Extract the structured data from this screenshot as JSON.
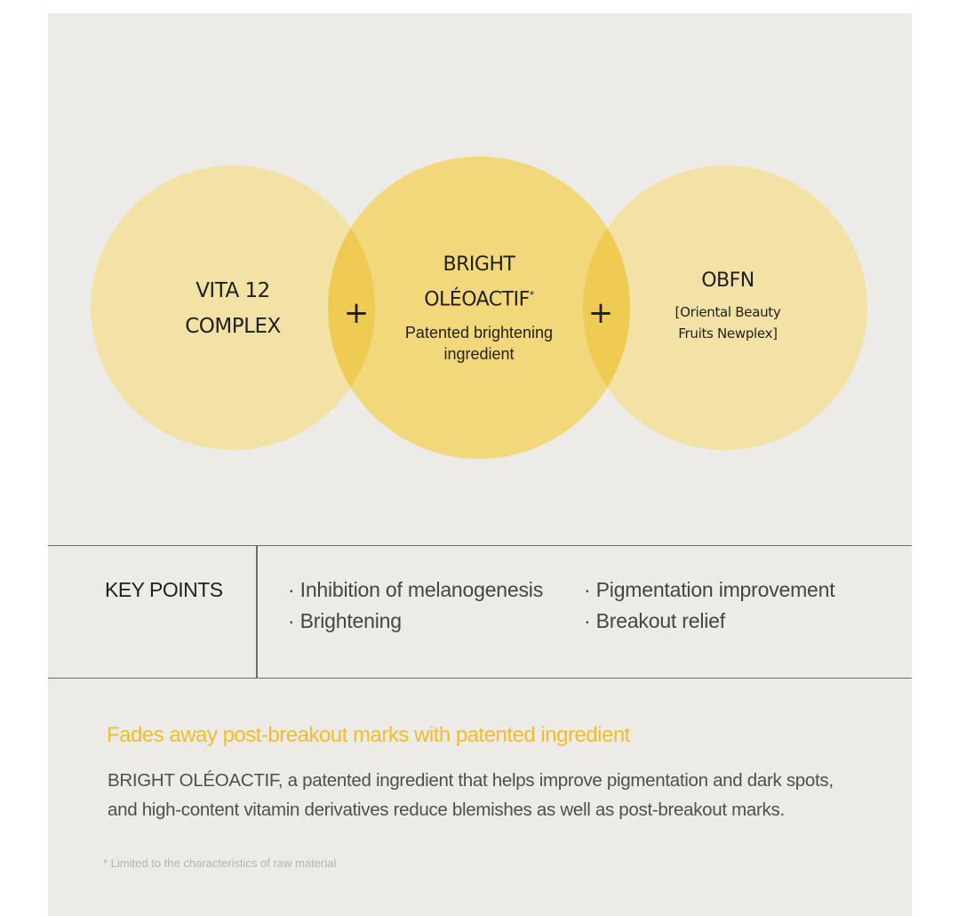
{
  "colors": {
    "background": "#edebe8",
    "outer_circle": "#f2e2a6",
    "center_circle": "#f2d87a",
    "overlap": "#efcb53",
    "accent_text": "#f0bd2b",
    "rule": "#6a6a6a"
  },
  "diagram": {
    "left": {
      "line1": "VITA 12",
      "line2": "COMPLEX"
    },
    "center": {
      "line1": "BRIGHT",
      "line2": "OLÉOACTIF",
      "mark": "*",
      "sub1": "Patented brightening",
      "sub2": "ingredient"
    },
    "right": {
      "line1": "OBFN",
      "sub1": "[Oriental Beauty",
      "sub2": "Fruits Newplex]"
    },
    "plus1": "+",
    "plus2": "+"
  },
  "key_points": {
    "title": "KEY POINTS",
    "items": [
      "· Inhibition of melanogenesis",
      "· Pigmentation improvement",
      "· Brightening",
      "· Breakout relief"
    ]
  },
  "headline": "Fades away post-breakout marks with patented ingredient",
  "description": {
    "line1": "BRIGHT OLÉOACTIF, a patented ingredient that helps improve pigmentation and dark spots,",
    "line2": "and high-content vitamin derivatives reduce blemishes as well as post-breakout marks."
  },
  "footnote": "* Limited to the characteristics of raw material"
}
